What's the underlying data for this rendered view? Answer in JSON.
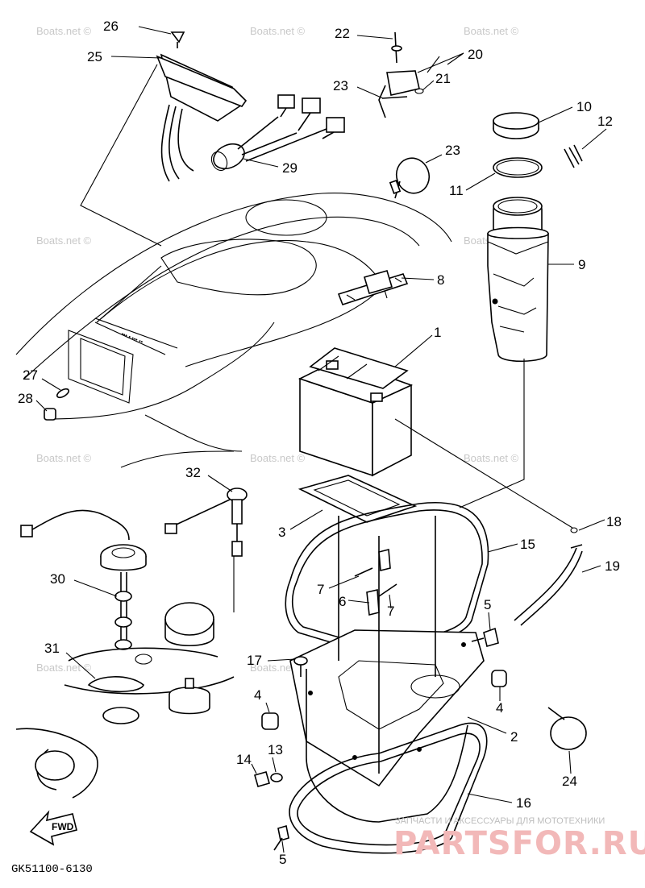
{
  "figure_code": "GK51100-6130",
  "fwd_label": "FWD",
  "watermarks": [
    "Boats.net ©",
    "Boats.net ©",
    "Boats.net ©",
    "Boats.net ©",
    "Boats.net ©",
    "Boats.net ©",
    "Boats.net ©",
    "Boats.net ©",
    "Boats.net ©",
    "Boats.net ©"
  ],
  "shop_watermark": {
    "tagline": "ЗАПЧАСТИ И АКСЕССУАРЫ ДЛЯ МОТОТЕХНИКИ",
    "brand": "PARTSFOR.RU"
  },
  "callouts": [
    {
      "id": "c26",
      "label": "26"
    },
    {
      "id": "c25",
      "label": "25"
    },
    {
      "id": "c22",
      "label": "22"
    },
    {
      "id": "c20",
      "label": "20"
    },
    {
      "id": "c21",
      "label": "21"
    },
    {
      "id": "c23a",
      "label": "23"
    },
    {
      "id": "c10",
      "label": "10"
    },
    {
      "id": "c12",
      "label": "12"
    },
    {
      "id": "c29",
      "label": "29"
    },
    {
      "id": "c23b",
      "label": "23"
    },
    {
      "id": "c11",
      "label": "11"
    },
    {
      "id": "c9",
      "label": "9"
    },
    {
      "id": "c8",
      "label": "8"
    },
    {
      "id": "c1",
      "label": "1"
    },
    {
      "id": "c27",
      "label": "27"
    },
    {
      "id": "c28",
      "label": "28"
    },
    {
      "id": "c32",
      "label": "32"
    },
    {
      "id": "c3",
      "label": "3"
    },
    {
      "id": "c18",
      "label": "18"
    },
    {
      "id": "c15",
      "label": "15"
    },
    {
      "id": "c19",
      "label": "19"
    },
    {
      "id": "c30",
      "label": "30"
    },
    {
      "id": "c7a",
      "label": "7"
    },
    {
      "id": "c6",
      "label": "6"
    },
    {
      "id": "c7b",
      "label": "7"
    },
    {
      "id": "c5a",
      "label": "5"
    },
    {
      "id": "c31",
      "label": "31"
    },
    {
      "id": "c17",
      "label": "17"
    },
    {
      "id": "c4a",
      "label": "4"
    },
    {
      "id": "c4b",
      "label": "4"
    },
    {
      "id": "c2",
      "label": "2"
    },
    {
      "id": "c13",
      "label": "13"
    },
    {
      "id": "c14",
      "label": "14"
    },
    {
      "id": "c24",
      "label": "24"
    },
    {
      "id": "c16",
      "label": "16"
    },
    {
      "id": "c5b",
      "label": "5"
    }
  ]
}
